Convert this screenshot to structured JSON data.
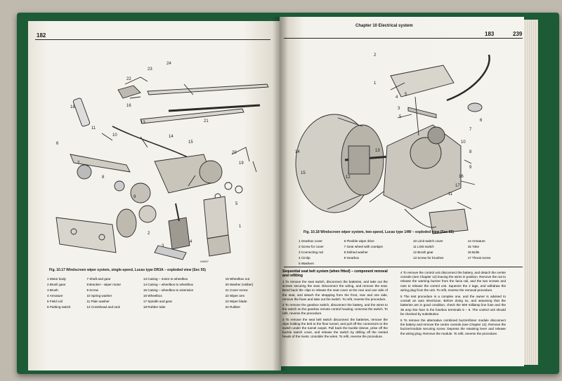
{
  "left_page": {
    "page_number": "182",
    "figure_caption": "Fig. 10.17 Windscreen wiper system, single-speed, Lucas type DR3A – exploded view (Sec 55)",
    "legend": [
      [
        "1 Motor body",
        "7 Shaft and gear",
        "13 Casing – motor to wheelbox",
        "19 Wheelbox nut"
      ],
      [
        "2 Brush gear",
        "8 Bracket – wiper motor",
        "14 Casing – wheelbox to wheelbox",
        "20 Washer (rubber)"
      ],
      [
        "3 Brush",
        "9 Screw",
        "15 Casing – wheelbox to extension",
        "21 Cover screw"
      ],
      [
        "4 Armature",
        "10 Spring washer",
        "16 Wheelbox",
        "22 Wiper arm"
      ],
      [
        "5 Field coil",
        "11 Plain washer",
        "17 Spindle and gear",
        "23 Wiper blade"
      ],
      [
        "6 Parking switch",
        "12 Crosshead and rack",
        "18 Rubber tube",
        "24 Rubber"
      ]
    ],
    "callouts": [
      "24",
      "23",
      "22",
      "18",
      "16",
      "13",
      "21",
      "11",
      "10",
      "14",
      "15",
      "20",
      "19",
      "6",
      "7",
      "8",
      "9",
      "2",
      "3",
      "4",
      "5",
      "1"
    ],
    "part_code": "H4957"
  },
  "right_page": {
    "header": "Chapter 10 Electrical system",
    "page_number": "183",
    "outer_page_number": "239",
    "figure_caption": "Fig. 10.18 Windscreen wiper system, two-speed, Lucas type 14W – exploded view (Sec 55)",
    "legend": [
      [
        "1 Gearbox cover",
        "6 Flexible wiper drive",
        "10 Limit switch cover",
        "14 Armature"
      ],
      [
        "2 Screw for cover",
        "7 Gear wheel with crankpin",
        "11 Limit switch",
        "15 Yoke"
      ],
      [
        "3 Connecting rod",
        "8 Dished washer",
        "12 Brush gear",
        "16 Bolts"
      ],
      [
        "4 Circlip",
        "9 Gearbox",
        "13 Screw for brushes",
        "17 Thrust screw"
      ],
      [
        "5 Washers",
        "",
        "",
        ""
      ]
    ],
    "callouts": [
      "2",
      "1",
      "3",
      "4",
      "5",
      "5",
      "6",
      "7",
      "10",
      "8",
      "9",
      "13",
      "14",
      "15",
      "16",
      "17",
      "12",
      "11"
    ],
    "section_heading": "Sequential seat belt system (when fitted) – component removal and refitting",
    "col1": [
      "1 To remove the seat switch, disconnect the batteries, and take out the screws securing the seat. Disconnect the wiring, and remove the seat. Bend back the clips to release the seat cover at the rear and one side of the seat, and detach the strapping from the front, rear and one side, remove the foam and take out the switch. To refit, reverse the procedure.",
      "2 To remove the gearbox switch, disconnect the battery, and the wires to the switch on the gearbox remote control housing. Unscrew the switch. To refit, reverse the procedure.",
      "3 To remove the seat belt switch disconnect the batteries, remove the clips holding the belt to the floor tunnel, and pull off the connectors to the switch under the tunnel carpet. Pull back the buckle sleeve, prise off the buckle switch cover, and release the switch by drilling off the riveted heads of the rivets. Unsolder the wires. To refit, reverse the procedure."
    ],
    "col2": [
      "4 To remove the control unit disconnect the battery, and detach the centre console (see Chapter 12) leaving the wires in position. Remove the nut to release the warning buzzer from the facia rail, and the two screws and nuts to release the control unit. Squeeze the 2 tags, and withdraw the wiring plug from the unit. To refit, reverse the removal procedure.",
      "5 The test procedure is a complex one, and the owner is advised to consult an auto electrician. Before doing so, and assuming that the batteries are in good condition, check the 500 milliamp line fuse and the 35 amp line fuse in the fusebox terminals 5 – 6. The control unit should be checked by substitution.",
      "6 To remove the alternative combined buzzer/timer module disconnect the battery and remove the centre console (see Chapter 12). Remove the buzzer/module securing screw. Depress the retaining lever and release the wiring plug. Remove the module. To refit, reverse the procedure."
    ]
  }
}
